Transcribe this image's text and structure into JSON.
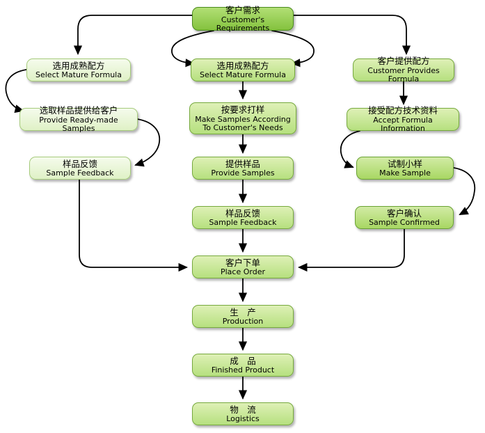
{
  "colors": {
    "background": "#ffffff",
    "arrow": "#000000",
    "dark_box": "#84c23e",
    "light_box": "#e8f5d6",
    "mid_box": "#c4e693"
  },
  "nodes": {
    "customer_requirements": {
      "zh": "客户需求",
      "en": "Customer's Requirements"
    },
    "select_mature_formula_left": {
      "zh": "选用成熟配方",
      "en": "Select Mature Formula"
    },
    "select_mature_formula_center": {
      "zh": "选用成熟配方",
      "en": "Select Mature Formula"
    },
    "customer_provides_formula": {
      "zh": "客户提供配方",
      "en": "Customer Provides Formula"
    },
    "provide_ready_made_samples": {
      "zh": "选取样品提供给客户",
      "en": "Provide Ready-made Samples"
    },
    "make_samples_according": {
      "zh": "按要求打样",
      "en": "Make Samples According To Customer's Needs"
    },
    "accept_formula_information": {
      "zh": "接受配方技术资料",
      "en": "Accept Formula Information"
    },
    "sample_feedback_left": {
      "zh": "样品反馈",
      "en": "Sample Feedback"
    },
    "provide_samples": {
      "zh": "提供样品",
      "en": "Provide Samples"
    },
    "make_sample": {
      "zh": "试制小样",
      "en": "Make Sample"
    },
    "sample_feedback_center": {
      "zh": "样品反馈",
      "en": "Sample Feedback"
    },
    "sample_confirmed": {
      "zh": "客户确认",
      "en": "Sample Confirmed"
    },
    "place_order": {
      "zh": "客户下单",
      "en": "Place Order"
    },
    "production": {
      "zh": "生　产",
      "en": "Production"
    },
    "finished_product": {
      "zh": "成　品",
      "en": "Finished Product"
    },
    "logistics": {
      "zh": "物　流",
      "en": "Logistics"
    }
  }
}
